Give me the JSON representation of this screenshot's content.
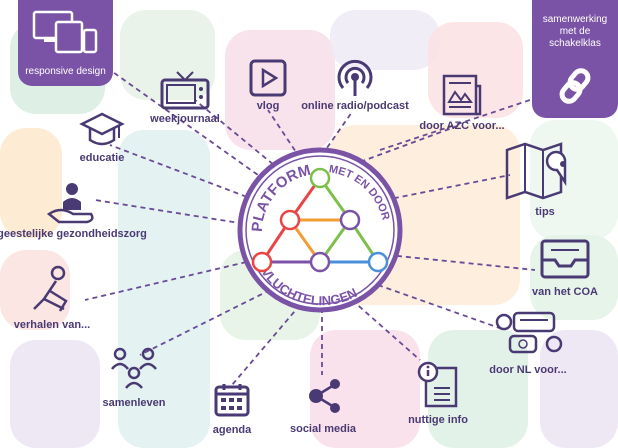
{
  "hub": {
    "top_text": "PLATFORM",
    "right_text": "MET EN DOOR",
    "bottom_text": "VLUCHTELINGEN"
  },
  "nodes": {
    "responsive_design": "responsive design",
    "samenwerking": [
      "samenwerking",
      "met de",
      "schakelklas"
    ],
    "weekjournaal": "weekjournaal",
    "vlog": "vlog",
    "online_radio": "online radio/podcast",
    "door_azc": "door AZC voor...",
    "educatie": "educatie",
    "tips": "tips",
    "geestelijke": "geestelijke gezondheidszorg",
    "van_het_coa": "van het COA",
    "verhalen": "verhalen van...",
    "door_nl": "door NL voor...",
    "samenleven": "samenleven",
    "agenda": "agenda",
    "social_media": "social media",
    "nuttige_info": "nuttige info"
  },
  "colors": {
    "purple": "#7b53a6",
    "dark_purple": "#4a3a74",
    "line": "#6a4a96",
    "green": "#7cc04b",
    "orange": "#f39c34",
    "red": "#e84545",
    "blue": "#4a90d9"
  }
}
